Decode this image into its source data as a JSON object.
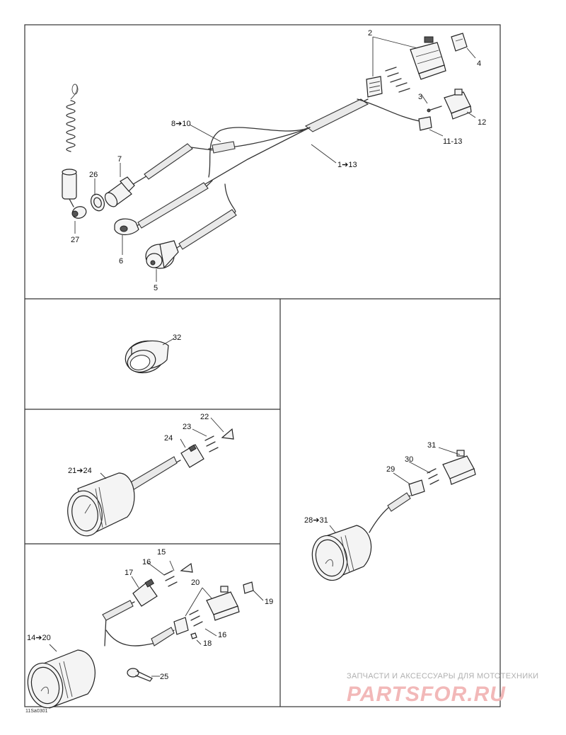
{
  "labels": {
    "l2": "2",
    "l4": "4",
    "l3": "3",
    "l12": "12",
    "l11_13": "11-13",
    "l8_10": "8➔10",
    "l1_13": "1➔13",
    "l7": "7",
    "l26": "26",
    "l27": "27",
    "l6": "6",
    "l5": "5",
    "l32": "32",
    "l22": "22",
    "l23": "23",
    "l24": "24",
    "l21_24": "21➔24",
    "l31": "31",
    "l30": "30",
    "l29": "29",
    "l28_31": "28➔31",
    "l15": "15",
    "l16a": "16",
    "l17": "17",
    "l20": "20",
    "l19": "19",
    "l16b": "16",
    "l18": "18",
    "l14_20": "14➔20",
    "l25": "25"
  },
  "figure_code": "11Sa0301",
  "watermark": {
    "line1": "ЗАПЧАСТИ И АКСЕССУАРЫ ДЛЯ МОТОТЕХНИКИ",
    "line2": "PARTSFOR.RU",
    "color": "#f2b8b8"
  }
}
